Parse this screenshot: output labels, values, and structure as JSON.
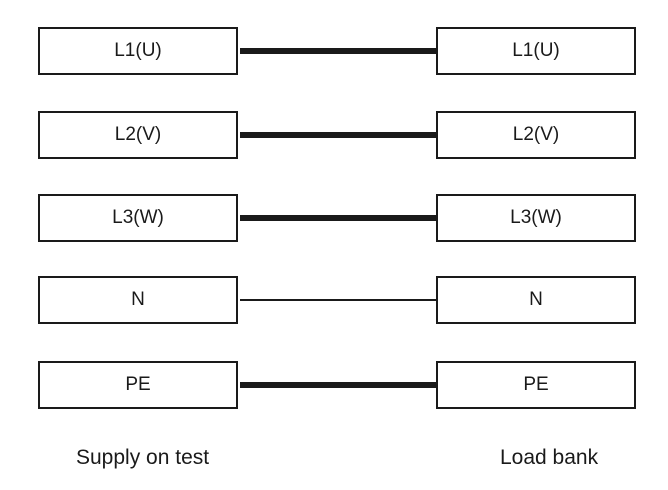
{
  "rows": [
    {
      "supply": "L1(U)",
      "load": "L1(U)"
    },
    {
      "supply": "L2(V)",
      "load": "L2(V)"
    },
    {
      "supply": "L3(W)",
      "load": "L3(W)"
    },
    {
      "supply": "N",
      "load": "N"
    },
    {
      "supply": "PE",
      "load": "PE"
    }
  ],
  "captions": {
    "supply": "Supply on test",
    "load": "Load bank"
  },
  "colors": {
    "line": "#1a1a1a",
    "background": "#ffffff"
  }
}
